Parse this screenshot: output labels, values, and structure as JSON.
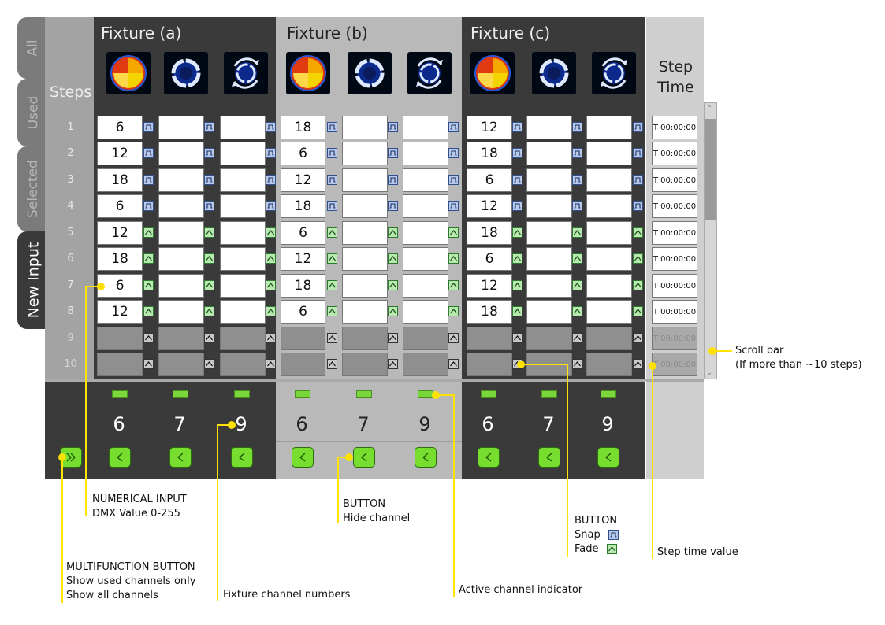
{
  "tabs": [
    "All",
    "Used",
    "Selected",
    "New Input"
  ],
  "header": {
    "steps_label": "Steps",
    "step_time_label": [
      "Step",
      "Time"
    ]
  },
  "fixtures": [
    {
      "name": "Fixture (a)",
      "channels": [
        "6",
        "7",
        "9"
      ]
    },
    {
      "name": "Fixture (b)",
      "channels": [
        "6",
        "7",
        "9"
      ]
    },
    {
      "name": "Fixture (c)",
      "channels": [
        "6",
        "7",
        "9"
      ]
    }
  ],
  "channel_icons": [
    "color-wheel-icon",
    "ring-icon",
    "rotate-icon"
  ],
  "steps": [
    "1",
    "2",
    "3",
    "4",
    "5",
    "6",
    "7",
    "8",
    "9",
    "10"
  ],
  "values": [
    [
      "6",
      "",
      "",
      "18",
      "",
      "",
      "12",
      "",
      ""
    ],
    [
      "12",
      "",
      "",
      "6",
      "",
      "",
      "18",
      "",
      ""
    ],
    [
      "18",
      "",
      "",
      "12",
      "",
      "",
      "6",
      "",
      ""
    ],
    [
      "6",
      "",
      "",
      "18",
      "",
      "",
      "12",
      "",
      ""
    ],
    [
      "12",
      "",
      "",
      "6",
      "",
      "",
      "18",
      "",
      ""
    ],
    [
      "18",
      "",
      "",
      "12",
      "",
      "",
      "6",
      "",
      ""
    ],
    [
      "6",
      "",
      "",
      "18",
      "",
      "",
      "12",
      "",
      ""
    ],
    [
      "12",
      "",
      "",
      "6",
      "",
      "",
      "18",
      "",
      ""
    ]
  ],
  "modes": [
    "snap",
    "snap",
    "snap",
    "snap",
    "fade",
    "fade",
    "fade",
    "fade",
    "off",
    "off"
  ],
  "step_time": "T 00:00:00",
  "annotations": {
    "numerical_input": [
      "NUMERICAL INPUT",
      "DMX Value 0-255"
    ],
    "multifunction": [
      "MULTIFUNCTION BUTTON",
      "Show used channels only",
      "Show all channels"
    ],
    "channel_numbers": [
      "Fixture channel numbers"
    ],
    "hide_channel": [
      "BUTTON",
      "Hide channel"
    ],
    "active_indicator": [
      "Active channel indicator"
    ],
    "snap_fade": [
      "BUTTON",
      "Snap",
      "Fade"
    ],
    "step_time": [
      "Step time value"
    ],
    "scroll_bar": [
      "Scroll bar",
      "(If more than ~10 steps)"
    ]
  },
  "colors": {
    "accent_green": "#77dd2e",
    "callout_yellow": "#ffe200"
  }
}
